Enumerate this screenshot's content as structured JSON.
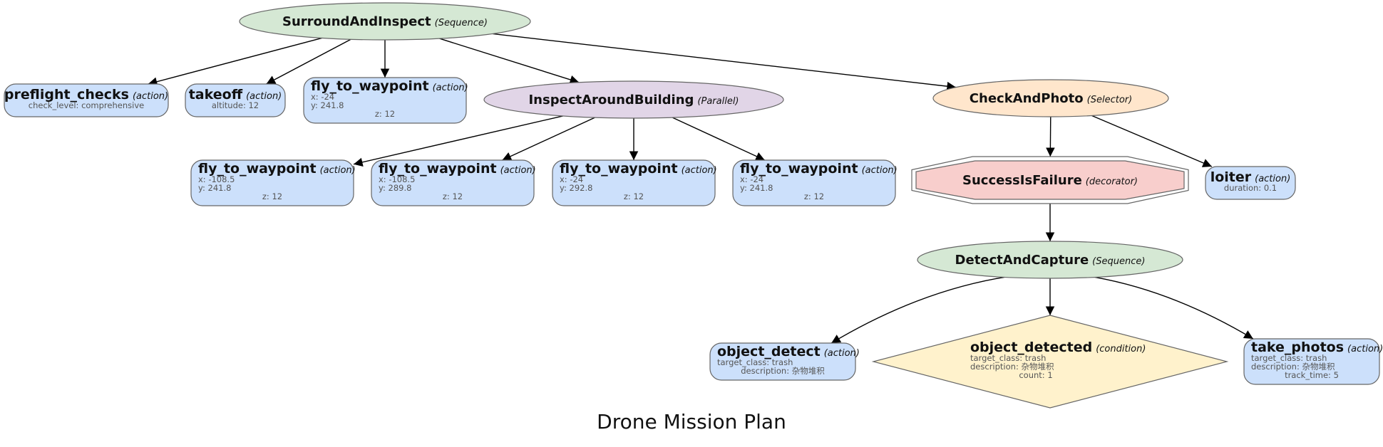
{
  "diagram": {
    "title": "Drone Mission Plan",
    "colors": {
      "sequence": "#d5e8d4",
      "parallel": "#e1d5e7",
      "selector": "#ffe6cc",
      "decorator": "#f8cecc",
      "action": "#cce0fb",
      "condition": "#fff2cc",
      "border": "#666666",
      "edge": "#000000"
    },
    "nodes": [
      {
        "id": "root",
        "name": "SurroundAndInspect",
        "type": "(Sequence)",
        "kind": "sequence",
        "params": []
      },
      {
        "id": "preflight",
        "name": "preflight_checks",
        "type": "(action)",
        "kind": "action",
        "params": [
          "check_level: comprehensive"
        ]
      },
      {
        "id": "takeoff",
        "name": "takeoff",
        "type": "(action)",
        "kind": "action",
        "params": [
          "altitude: 12"
        ]
      },
      {
        "id": "fly1",
        "name": "fly_to_waypoint",
        "type": "(action)",
        "kind": "action",
        "params": [
          "x: -24",
          "y: 241.8",
          "z: 12"
        ]
      },
      {
        "id": "inspect",
        "name": "InspectAroundBuilding",
        "type": "(Parallel)",
        "kind": "parallel",
        "params": []
      },
      {
        "id": "check",
        "name": "CheckAndPhoto",
        "type": "(Selector)",
        "kind": "selector",
        "params": []
      },
      {
        "id": "fly2",
        "name": "fly_to_waypoint",
        "type": "(action)",
        "kind": "action",
        "params": [
          "x: -108.5",
          "y: 241.8",
          "z: 12"
        ]
      },
      {
        "id": "fly3",
        "name": "fly_to_waypoint",
        "type": "(action)",
        "kind": "action",
        "params": [
          "x: -108.5",
          "y: 289.8",
          "z: 12"
        ]
      },
      {
        "id": "fly4",
        "name": "fly_to_waypoint",
        "type": "(action)",
        "kind": "action",
        "params": [
          "x: -24",
          "y: 292.8",
          "z: 12"
        ]
      },
      {
        "id": "fly5",
        "name": "fly_to_waypoint",
        "type": "(action)",
        "kind": "action",
        "params": [
          "x: -24",
          "y: 241.8",
          "z: 12"
        ]
      },
      {
        "id": "sif",
        "name": "SuccessIsFailure",
        "type": "(decorator)",
        "kind": "decorator",
        "params": []
      },
      {
        "id": "loiter",
        "name": "loiter",
        "type": "(action)",
        "kind": "action",
        "params": [
          "duration: 0.1"
        ]
      },
      {
        "id": "detect",
        "name": "DetectAndCapture",
        "type": "(Sequence)",
        "kind": "sequence",
        "params": []
      },
      {
        "id": "objdetect",
        "name": "object_detect",
        "type": "(action)",
        "kind": "action",
        "params": [
          "target_class: trash",
          "description: 杂物堆积"
        ]
      },
      {
        "id": "objdetected",
        "name": "object_detected",
        "type": "(condition)",
        "kind": "condition",
        "params": [
          "target_class: trash",
          "description: 杂物堆积",
          "count: 1"
        ]
      },
      {
        "id": "photos",
        "name": "take_photos",
        "type": "(action)",
        "kind": "action",
        "params": [
          "target_class: trash",
          "description: 杂物堆积",
          "track_time: 5"
        ]
      }
    ],
    "edges": [
      [
        "root",
        "preflight"
      ],
      [
        "root",
        "takeoff"
      ],
      [
        "root",
        "fly1"
      ],
      [
        "root",
        "inspect"
      ],
      [
        "root",
        "check"
      ],
      [
        "inspect",
        "fly2"
      ],
      [
        "inspect",
        "fly3"
      ],
      [
        "inspect",
        "fly4"
      ],
      [
        "inspect",
        "fly5"
      ],
      [
        "check",
        "sif"
      ],
      [
        "check",
        "loiter"
      ],
      [
        "sif",
        "detect"
      ],
      [
        "detect",
        "objdetect"
      ],
      [
        "detect",
        "objdetected"
      ],
      [
        "detect",
        "photos"
      ]
    ]
  }
}
